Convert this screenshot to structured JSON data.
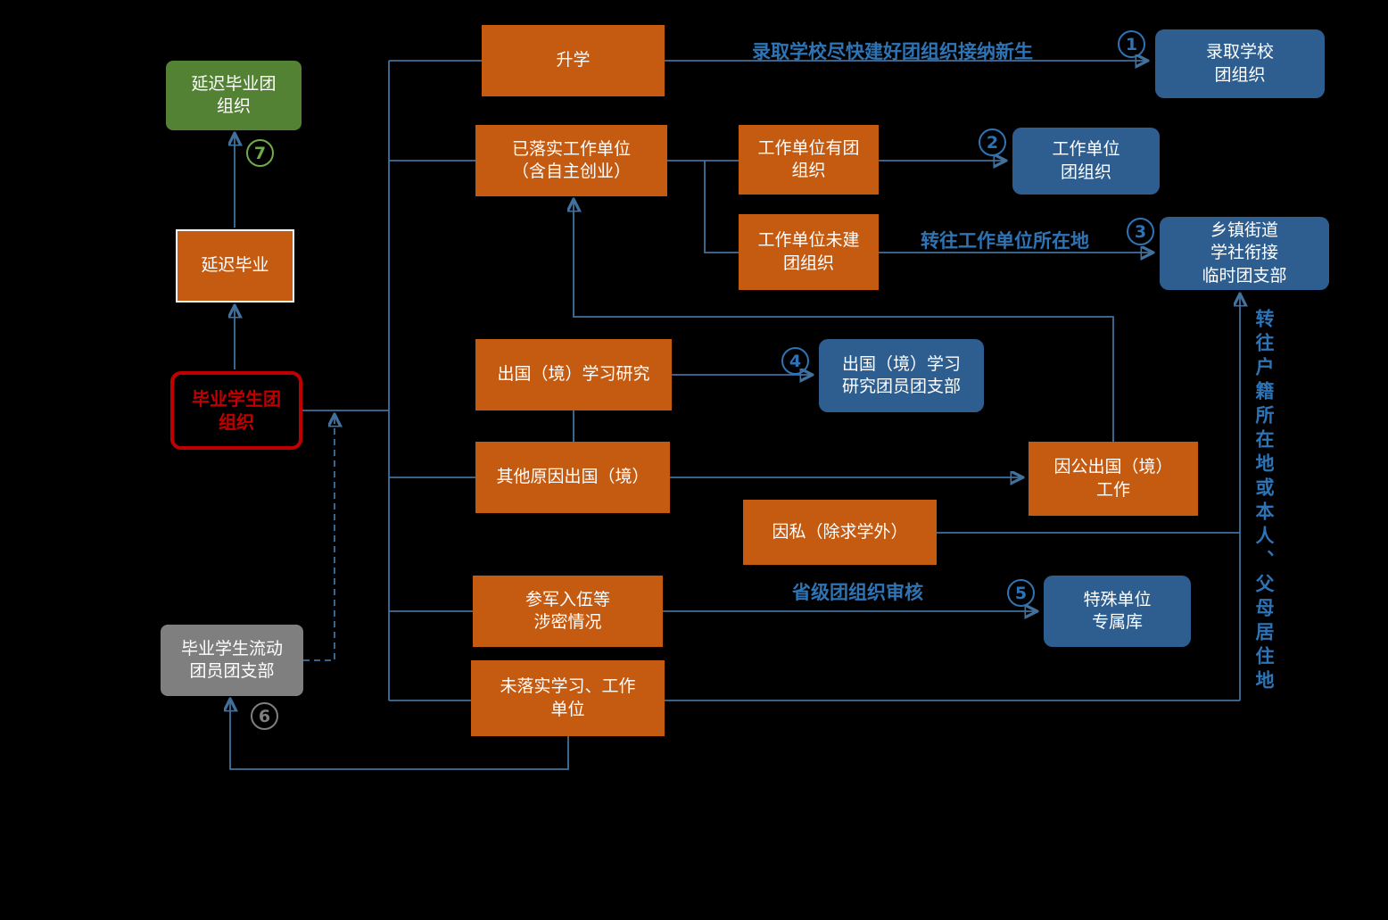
{
  "colors": {
    "orange": "#C55A11",
    "blue": "#2E5E8F",
    "green": "#548235",
    "badge_green": "#70AD47",
    "gray": "#7F7F7F",
    "red": "#C00000",
    "line": "#41719C",
    "label": "#2E74B5"
  },
  "nodes": {
    "deferred_league": {
      "label": "延迟毕业团\n组织"
    },
    "deferred": {
      "label": "延迟毕业"
    },
    "graduate": {
      "label": "毕业学生团\n组织"
    },
    "mobile_branch": {
      "label": "毕业学生流动\n团员团支部"
    },
    "further_study": {
      "label": "升学"
    },
    "employed": {
      "label": "已落实工作单位\n（含自主创业）"
    },
    "work_unit_with_league": {
      "label": "工作单位有团\n组织"
    },
    "work_unit_without_league": {
      "label": "工作单位未建\n团组织"
    },
    "abroad_study": {
      "label": "出国（境）学习研究"
    },
    "abroad_other": {
      "label": "其他原因出国（境）"
    },
    "private_reason": {
      "label": "因私（除求学外）"
    },
    "official_abroad": {
      "label": "因公出国（境）\n工作"
    },
    "military": {
      "label": "参军入伍等\n涉密情况"
    },
    "not_implemented": {
      "label": "未落实学习、工作\n单位"
    },
    "admission_league": {
      "label": "录取学校\n团组织"
    },
    "work_unit_league": {
      "label": "工作单位\n团组织"
    },
    "township_branch": {
      "label": "乡镇街道\n学社衔接\n临时团支部"
    },
    "abroad_branch": {
      "label": "出国（境）学习\n研究团员团支部"
    },
    "special_unit": {
      "label": "特殊单位\n专属库"
    }
  },
  "edge_labels": {
    "admission": "录取学校尽快建好团组织接纳新生",
    "to_work_unit": "转往工作单位所在地",
    "provincial_review": "省级团组织审核",
    "to_household": "转往户籍所在地或本人、父母居住地"
  },
  "badges": {
    "b1": "1",
    "b2": "2",
    "b3": "3",
    "b4": "4",
    "b5": "5",
    "b6": "6",
    "b7": "7"
  }
}
